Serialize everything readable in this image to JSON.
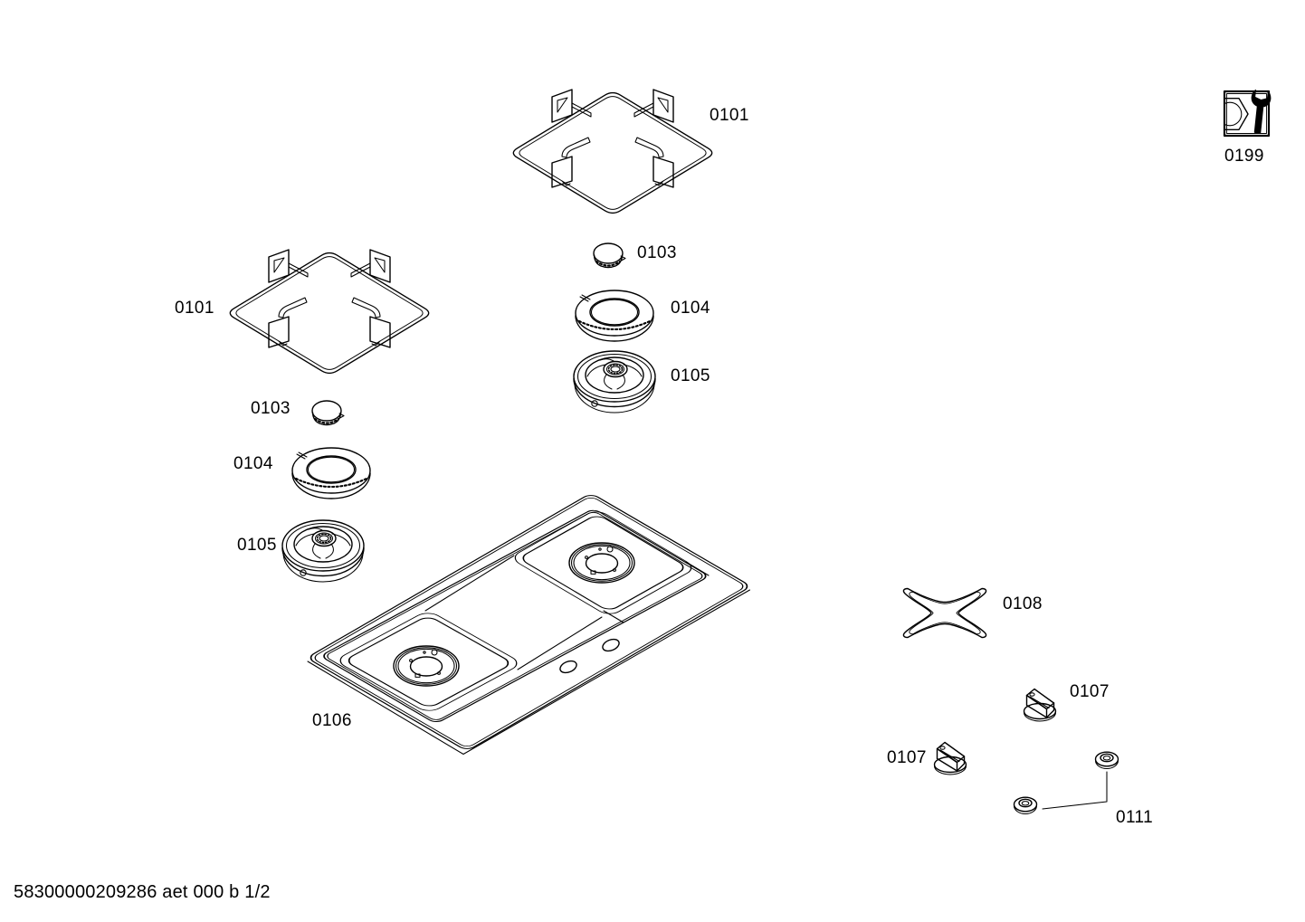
{
  "page": {
    "background_color": "#ffffff",
    "line_color": "#000000",
    "footer_text": "58300000209286 aet 000 b 1/2"
  },
  "labels": {
    "grate_top": "0101",
    "grate_left": "0101",
    "cap_right": "0103",
    "ring_right": "0104",
    "base_right": "0105",
    "cap_left": "0103",
    "ring_left": "0104",
    "base_left": "0105",
    "cooktop": "0106",
    "knob_upper": "0107",
    "knob_lower": "0107",
    "wok_support": "0108",
    "washers": "0111",
    "service": "0199"
  },
  "icons": {
    "service": "wrench-and-nut-icon"
  }
}
